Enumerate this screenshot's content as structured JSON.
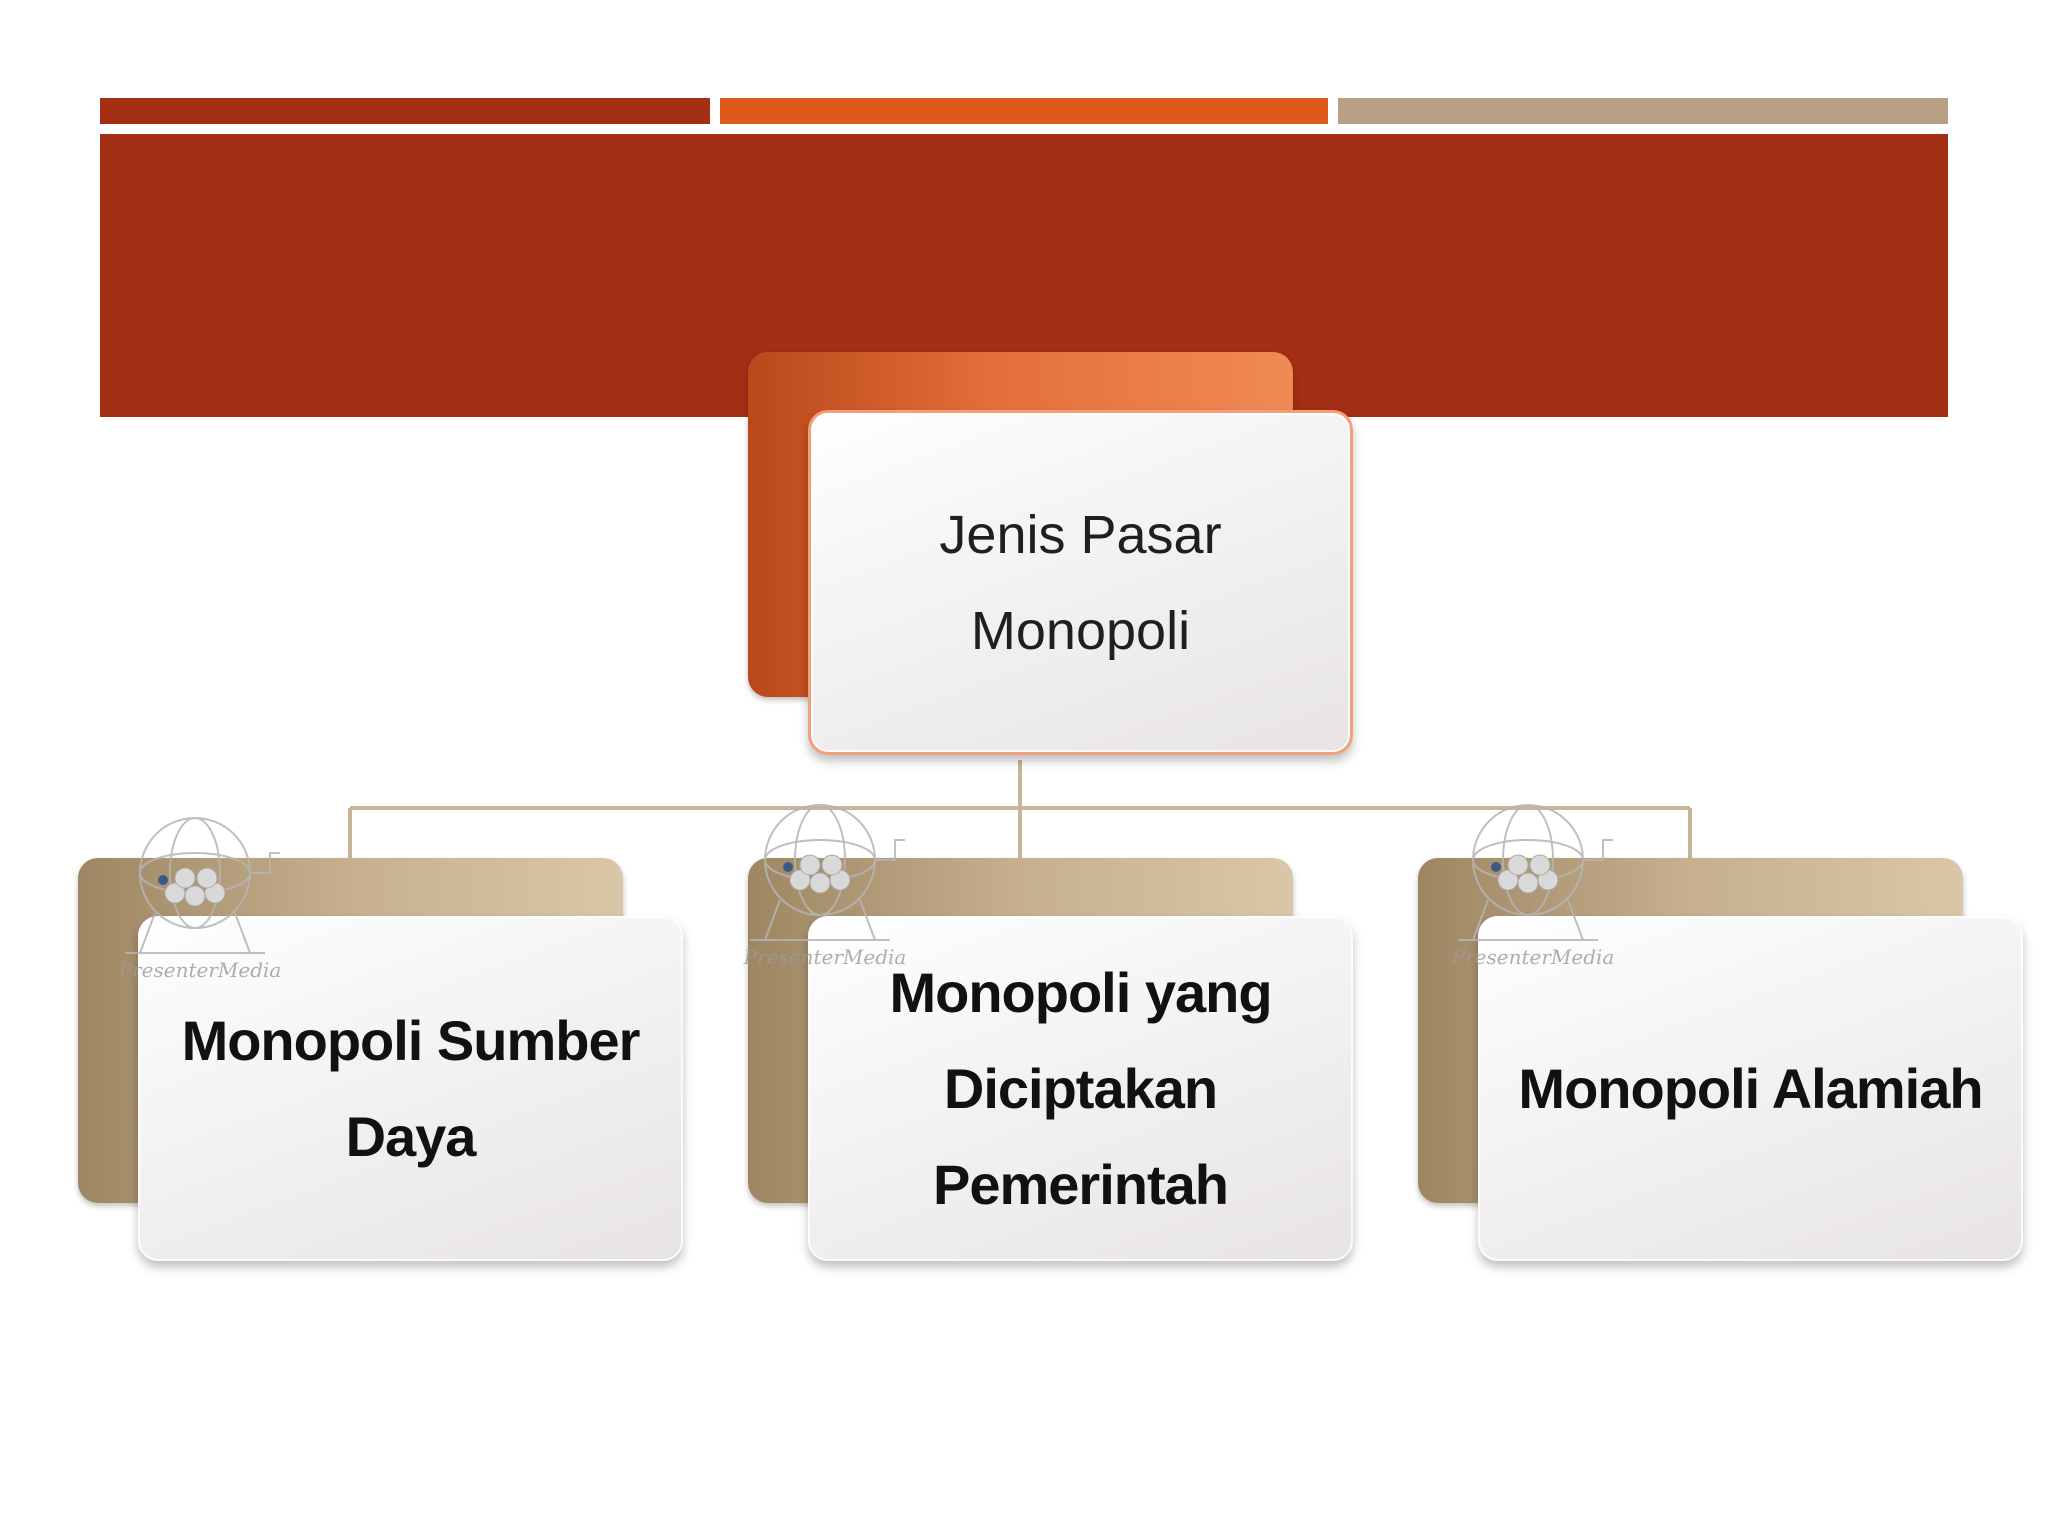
{
  "diagram": {
    "root": {
      "lines": [
        "Jenis Pasar",
        "Monopoli"
      ]
    },
    "children": [
      {
        "lines": [
          "Monopoli Sumber",
          "Daya"
        ]
      },
      {
        "lines": [
          "Monopoli yang",
          "Diciptakan",
          "Pemerintah"
        ]
      },
      {
        "lines": [
          "Monopoli Alamiah"
        ]
      }
    ],
    "watermark_text": "PresenterMedia",
    "colors": {
      "title_band": "#a32e14",
      "stripe_orange": "#dd5a1c",
      "stripe_tan": "#b8a084",
      "connector": "#c8b49a"
    }
  }
}
